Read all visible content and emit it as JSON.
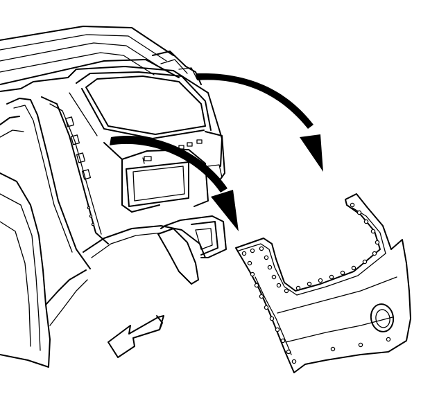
{
  "figure": {
    "subject": "",
    "colors": {
      "line": "#000000",
      "background": "#ffffff"
    }
  },
  "parts": {
    "body_structure": {
      "icon": "vehicle-rear-body-structure"
    },
    "quarter_panel": {
      "icon": "quarter-outer-panel",
      "weld_holes_visible": 34
    }
  },
  "arrows": [
    {
      "icon": "curved-arrow",
      "direction": "down-right"
    },
    {
      "icon": "curved-arrow",
      "direction": "down-right"
    },
    {
      "icon": "block-arrow",
      "direction": "forward-left"
    }
  ]
}
